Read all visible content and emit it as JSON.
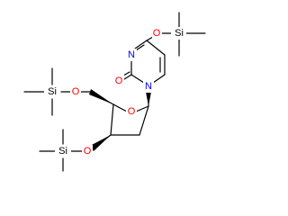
{
  "atoms": {
    "o_top": "O",
    "si_top": "Si",
    "n3": "N",
    "o2": "O",
    "n1": "N",
    "o_ring": "O",
    "o5": "O",
    "si_left": "Si",
    "o3": "O",
    "si_bottom": "Si"
  },
  "colors": {
    "bond": "#000000",
    "oxygen": "#ff0000",
    "nitrogen": "#0000ff",
    "silicon": "#000000"
  }
}
